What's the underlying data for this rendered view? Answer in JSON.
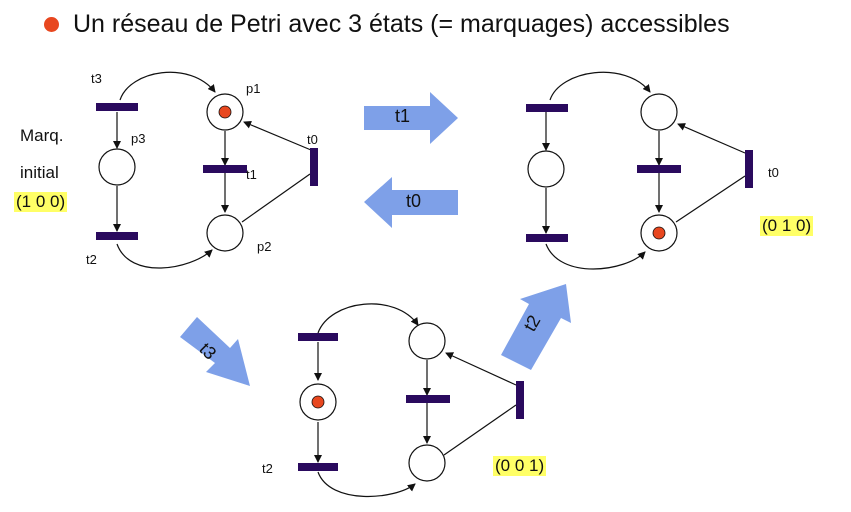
{
  "title": "Un réseau de Petri avec 3 états (= marquages) accessibles",
  "colors": {
    "bullet": "#e8471f",
    "transition": "#2a0a5e",
    "token": "#e8471f",
    "arrow": "#7ea0e8",
    "highlight": "#ffff66"
  },
  "net1": {
    "labels": {
      "t3": "t3",
      "p1": "p1",
      "p3": "p3",
      "t0": "t0",
      "t1": "t1",
      "t2": "t2",
      "p2": "p2"
    },
    "initial_line1": "Marq.",
    "initial_line2": "initial",
    "marking": "(1 0 0)"
  },
  "net2": {
    "labels": {
      "t0": "t0"
    },
    "marking": "(0 1 0)"
  },
  "net3": {
    "labels": {
      "t2": "t2"
    },
    "marking": "(0 0 1)"
  },
  "arrows": {
    "t1": "t1",
    "t0": "t0",
    "t3": "t3",
    "t2": "t2"
  }
}
